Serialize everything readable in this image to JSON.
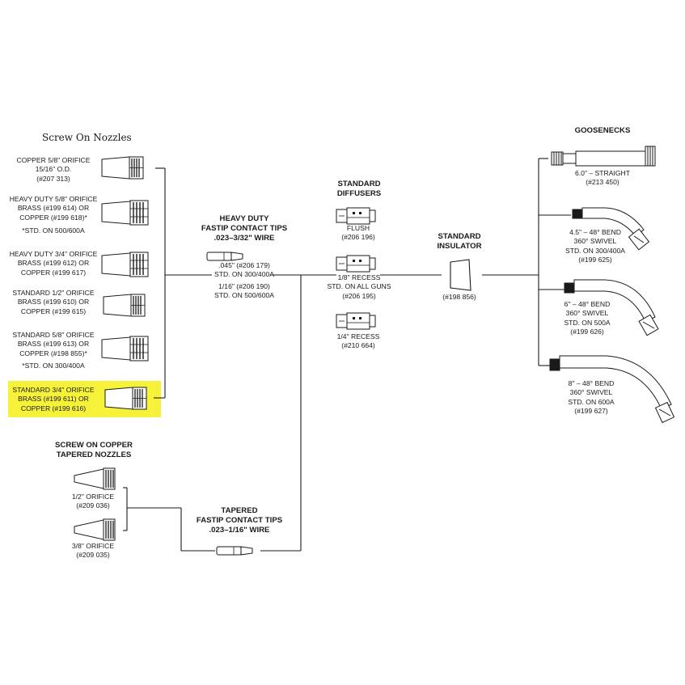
{
  "colors": {
    "highlight": "#f6f23a",
    "line": "#1a1a1a"
  },
  "title": "Screw On Nozzles",
  "screw_on_nozzles": [
    {
      "label": "COPPER 5/8\" ORIFICE\n15/16\" O.D.\n(#207 313)"
    },
    {
      "label": "HEAVY DUTY 5/8\" ORIFICE\nBRASS (#199 614) OR\nCOPPER (#199 618)*",
      "note": "*STD. ON 500/600A"
    },
    {
      "label": "HEAVY DUTY 3/4\" ORIFICE\nBRASS (#199 612) OR\nCOPPER (#199 617)"
    },
    {
      "label": "STANDARD 1/2\" ORIFICE\nBRASS (#199 610) OR\nCOPPER (#199 615)"
    },
    {
      "label": "STANDARD 5/8\" ORIFICE\nBRASS (#199 613) OR\nCOPPER (#198 855)*",
      "note": "*STD. ON 300/400A"
    },
    {
      "label": "STANDARD 3/4\" ORIFICE\nBRASS (#199 611) OR\nCOPPER (#199 616)"
    }
  ],
  "tapered_nozzles": {
    "heading": "SCREW ON COPPER\nTAPERED NOZZLES",
    "items": [
      {
        "label": "1/2\" ORIFICE\n(#209 036)"
      },
      {
        "label": "3/8\" ORIFICE\n(#209 035)"
      }
    ]
  },
  "hd_tips": {
    "heading": "HEAVY DUTY\nFASTIP CONTACT TIPS\n.023–3/32\" WIRE",
    "items": [
      {
        "label": ".045\" (#206 179)\nSTD. ON 300/400A"
      },
      {
        "label": "1/16\" (#206 190)\nSTD. ON 500/600A"
      }
    ]
  },
  "tapered_tips": {
    "heading": "TAPERED\nFASTIP CONTACT TIPS\n.023–1/16\" WIRE"
  },
  "diffusers": {
    "heading": "STANDARD\nDIFFUSERS",
    "items": [
      {
        "label": "FLUSH\n(#206 196)"
      },
      {
        "label": "1/8\" RECESS\nSTD. ON ALL GUNS\n(#206 195)"
      },
      {
        "label": "1/4\" RECESS\n(#210 664)"
      }
    ]
  },
  "insulator": {
    "heading": "STANDARD\nINSULATOR",
    "label": "(#198 856)"
  },
  "goosenecks": {
    "heading": "GOOSENECKS",
    "items": [
      {
        "label": "6.0\" – STRAIGHT\n(#213 450)"
      },
      {
        "label": "4.5\" – 48° BEND\n360° SWIVEL\nSTD. ON 300/400A\n(#199 625)"
      },
      {
        "label": "6\" – 48° BEND\n360° SWIVEL\nSTD. ON 500A\n(#199 626)"
      },
      {
        "label": "8\" – 48° BEND\n360° SWIVEL\nSTD. ON 600A\n(#199 627)"
      }
    ]
  }
}
